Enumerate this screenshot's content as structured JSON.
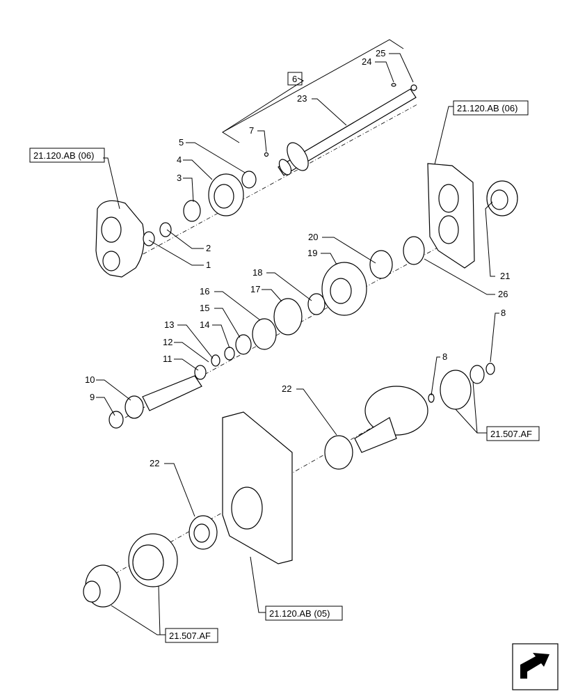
{
  "callouts": [
    "1",
    "2",
    "3",
    "4",
    "5",
    "6",
    "7",
    "8",
    "8",
    "9",
    "10",
    "11",
    "12",
    "13",
    "14",
    "15",
    "16",
    "17",
    "18",
    "19",
    "20",
    "21",
    "22",
    "22",
    "23",
    "24",
    "25",
    "26"
  ],
  "refs": {
    "top_left": "21.120.AB (06)",
    "top_right": "21.120.AB (06)",
    "mid_right": "21.507.AF",
    "bottom_center": "21.120.AB (05)",
    "bottom_left": "21.507.AF"
  },
  "nav_icon": "arrow-next-icon"
}
